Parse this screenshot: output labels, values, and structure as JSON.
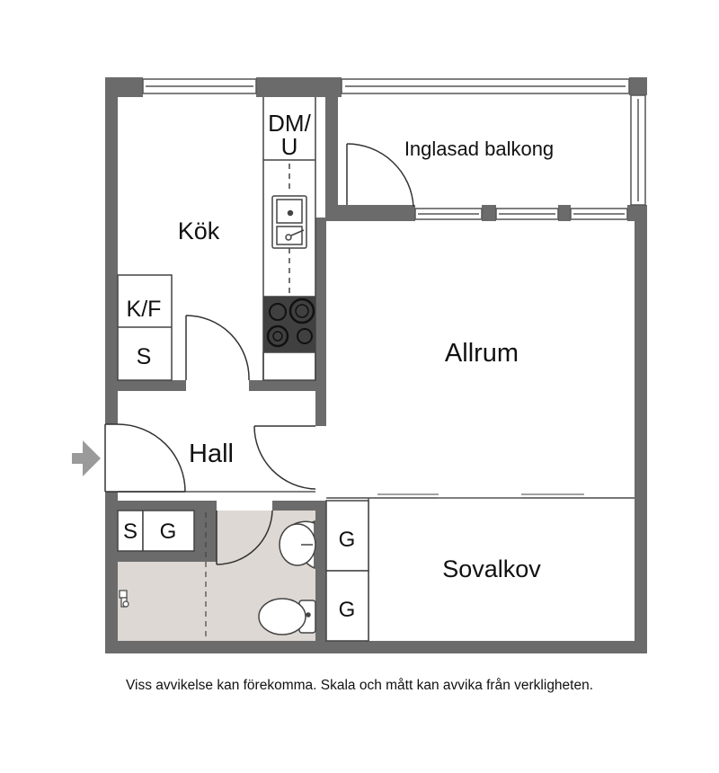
{
  "rooms": {
    "kitchen": "Kök",
    "balcony": "Inglasad balkong",
    "living": "Allrum",
    "hall": "Hall",
    "sleeping": "Sovalkov"
  },
  "fixtures": {
    "dishwasher_line1": "DM/",
    "dishwasher_line2": "U",
    "fridge_freezer": "K/F",
    "pantry_kitchen": "S",
    "hall_closet_s": "S",
    "hall_closet_g": "G",
    "alcove_closet_top": "G",
    "alcove_closet_bottom": "G"
  },
  "disclaimer": "Viss avvikelse kan förekomma. Skala och mått kan avvika från verkligheten.",
  "colors": {
    "wall": "#6b6b6b",
    "bathroom_floor": "#ddd8d3",
    "stove": "#404040",
    "entry_arrow": "#9a9a9a"
  },
  "icons": [
    "entry-arrow-icon",
    "sink-icon",
    "stove-icon",
    "toilet-icon",
    "washbasin-icon",
    "shower-icon"
  ]
}
